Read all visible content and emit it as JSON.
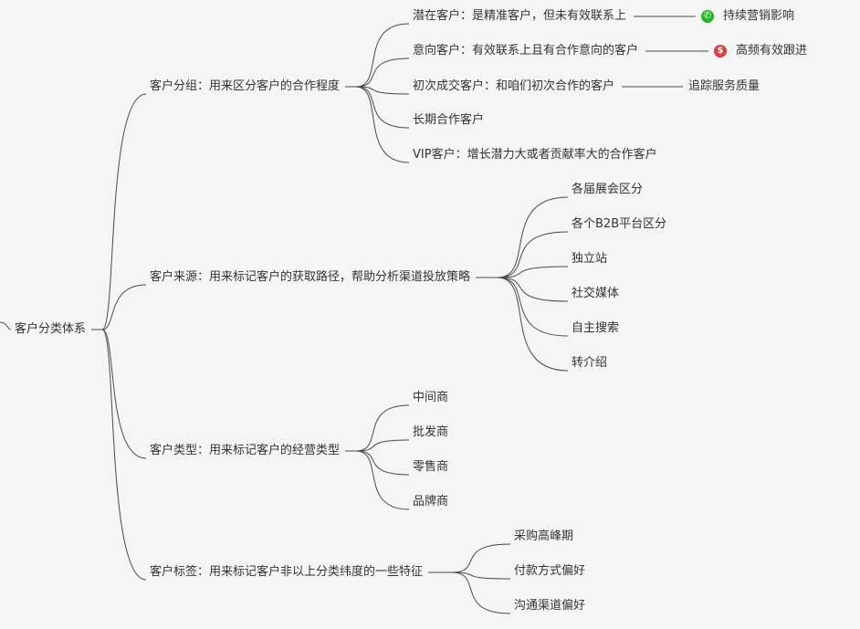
{
  "root": {
    "label": "客户分类体系"
  },
  "branches": [
    {
      "label": "客户分组：用来区分客户的合作程度",
      "children": [
        {
          "label": "潜在客户：是精准客户，但未有效联系上",
          "note": {
            "icon": "phone-icon",
            "color": "#1fb922",
            "label": "持续营销影响"
          }
        },
        {
          "label": "意向客户：有效联系上且有合作意向的客户",
          "note": {
            "icon": "dollar-icon",
            "color": "#e5383b",
            "label": "高频有效跟进"
          }
        },
        {
          "label": "初次成交客户：和咱们初次合作的客户",
          "note": {
            "label": "追踪服务质量"
          }
        },
        {
          "label": "长期合作客户"
        },
        {
          "label": "VIP客户：增长潜力大或者贡献率大的合作客户"
        }
      ]
    },
    {
      "label": "客户来源：用来标记客户的获取路径，帮助分析渠道投放策略",
      "children": [
        {
          "label": "各届展会区分"
        },
        {
          "label": "各个B2B平台区分"
        },
        {
          "label": "独立站"
        },
        {
          "label": "社交媒体"
        },
        {
          "label": "自主搜索"
        },
        {
          "label": "转介绍"
        }
      ]
    },
    {
      "label": "客户类型：用来标记客户的经营类型",
      "children": [
        {
          "label": "中间商"
        },
        {
          "label": "批发商"
        },
        {
          "label": "零售商"
        },
        {
          "label": "品牌商"
        }
      ]
    },
    {
      "label": "客户标签：用来标记客户非以上分类纬度的一些特征",
      "children": [
        {
          "label": "采购高峰期"
        },
        {
          "label": "付款方式偏好"
        },
        {
          "label": "沟通渠道偏好"
        }
      ]
    }
  ]
}
